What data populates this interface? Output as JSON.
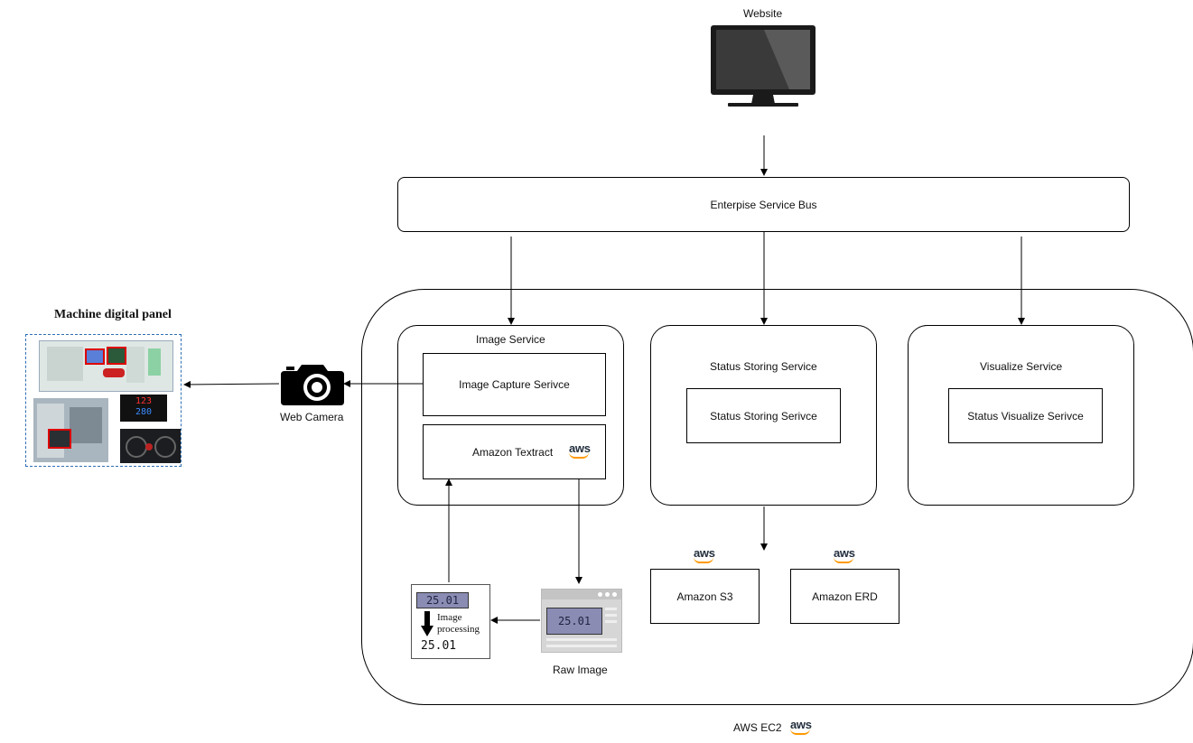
{
  "website": {
    "label": "Website",
    "icon": "monitor-icon"
  },
  "esb": {
    "label": "Enterpise Service Bus"
  },
  "ec2": {
    "label": "AWS EC2",
    "badge": "aws"
  },
  "image_service": {
    "title": "Image Service",
    "capture_label": "Image Capture Serivce",
    "textract_label": "Amazon Textract",
    "textract_badge": "aws"
  },
  "status_service": {
    "title": "Status Storing Service",
    "inner_label": "Status Storing Serivce"
  },
  "visualize_service": {
    "title": "Visualize Service",
    "inner_label": "Status Visualize Serivce"
  },
  "storage": {
    "s3_label": "Amazon S3",
    "s3_badge": "aws",
    "erd_label": "Amazon ERD",
    "erd_badge": "aws"
  },
  "camera": {
    "label": "Web Camera",
    "icon": "camera-icon"
  },
  "panel": {
    "title": "Machine digital panel",
    "display_top": "123",
    "display_bottom": "280"
  },
  "raw_image": {
    "label": "Raw Image",
    "value": "25.01"
  },
  "processing": {
    "input_value": "25.01",
    "caption_line1": "Image",
    "caption_line2": "processing",
    "output_value": "25.01"
  },
  "colors": {
    "aws_orange": "#ff9900",
    "aws_text": "#232f3e",
    "panel_border": "#2e6fb3"
  }
}
